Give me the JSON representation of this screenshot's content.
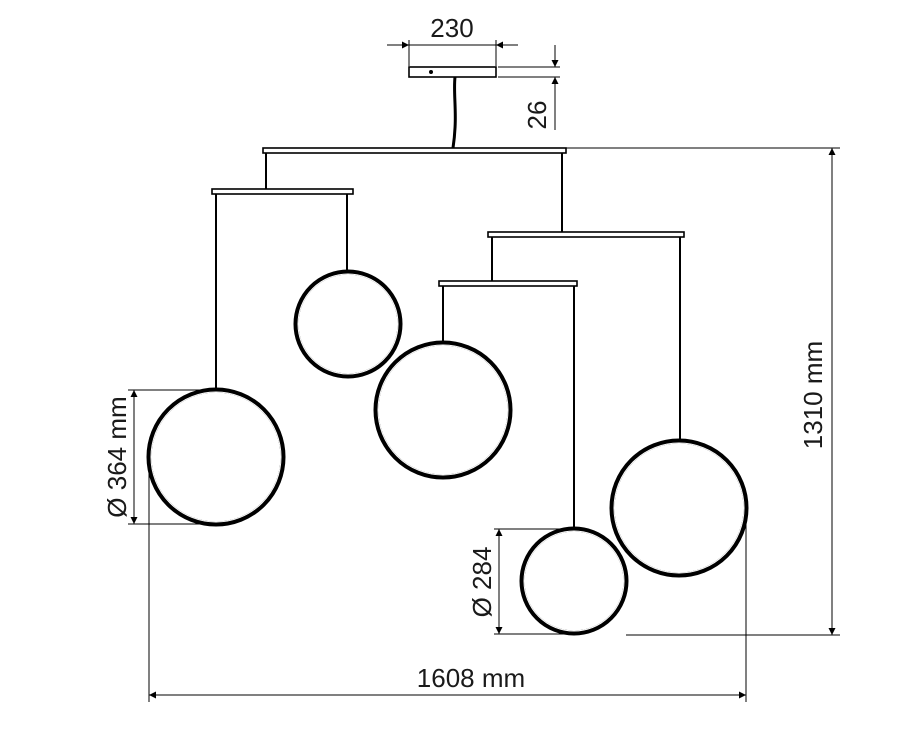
{
  "dimensions": {
    "canopy_width": "230",
    "canopy_height": "26",
    "total_height": "1310 mm",
    "total_width": "1608 mm",
    "large_ring_diameter": "Ø 364 mm",
    "small_ring_diameter": "Ø 284"
  },
  "colors": {
    "ring": "#1f1f1f",
    "line": "#000000",
    "bar_fill": "#ffffff"
  }
}
